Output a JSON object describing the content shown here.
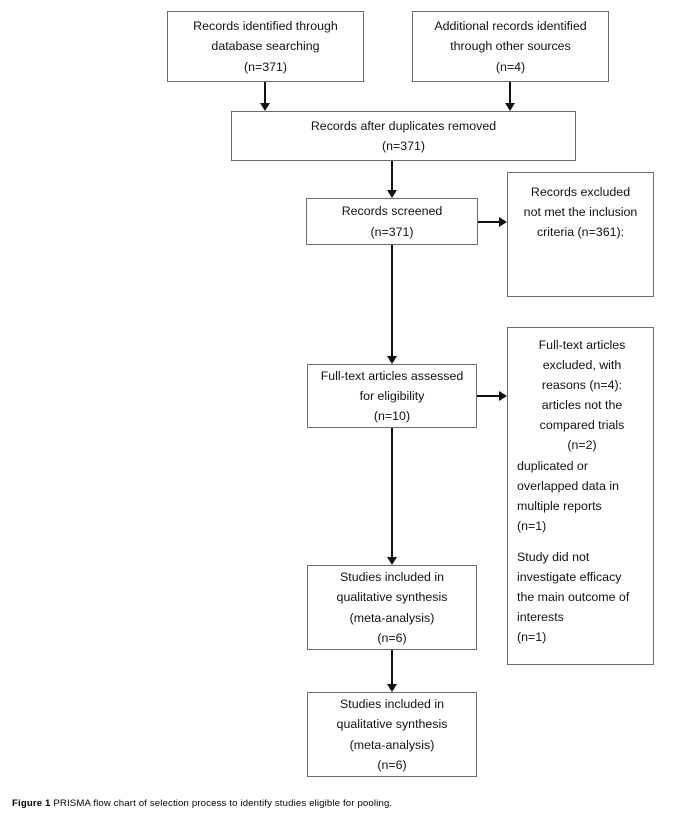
{
  "figure": {
    "caption_label": "Figure 1",
    "caption_text": "PRISMA flow chart of selection process to identify studies eligible for pooling."
  },
  "chart_data": {
    "type": "diagram",
    "title": "PRISMA flow chart of selection process to identify studies eligible for pooling",
    "nodes": [
      {
        "id": "identification-database",
        "lines": [
          "Records identified through",
          "database searching",
          "(n=371)"
        ],
        "n": 371
      },
      {
        "id": "identification-other",
        "lines": [
          "Additional records identified",
          "through other sources",
          "(n=4)"
        ],
        "n": 4
      },
      {
        "id": "duplicates-removed",
        "lines": [
          "Records after duplicates removed",
          "(n=371)"
        ],
        "n": 371
      },
      {
        "id": "records-screened",
        "lines": [
          "Records screened",
          "(n=371)"
        ],
        "n": 371
      },
      {
        "id": "records-excluded",
        "lines": [
          "Records excluded",
          "not met the inclusion",
          "criteria (n=361):"
        ],
        "n": 361
      },
      {
        "id": "fulltext-assessed",
        "lines": [
          "Full-text articles assessed",
          "for eligibility",
          "(n=10)"
        ],
        "n": 10
      },
      {
        "id": "fulltext-excluded",
        "centered_lines": [
          "Full-text articles",
          "excluded, with",
          "reasons (n=4):",
          "articles not the",
          "compared trials",
          "(n=2)"
        ],
        "left_lines_a": [
          "duplicated or",
          "overlapped data in",
          "multiple reports",
          "(n=1)"
        ],
        "left_lines_b": [
          "Study did not",
          "investigate efficacy",
          "the main outcome of",
          "interests",
          "(n=1)"
        ],
        "n": 4
      },
      {
        "id": "studies-included-1",
        "lines": [
          "Studies included in",
          "qualitative synthesis",
          "(meta-analysis)",
          "(n=6)"
        ],
        "n": 6
      },
      {
        "id": "studies-included-2",
        "lines": [
          "Studies included in",
          "qualitative synthesis",
          "(meta-analysis)",
          "(n=6)"
        ],
        "n": 6
      }
    ],
    "edges": [
      {
        "from": "identification-database",
        "to": "duplicates-removed"
      },
      {
        "from": "identification-other",
        "to": "duplicates-removed"
      },
      {
        "from": "duplicates-removed",
        "to": "records-screened"
      },
      {
        "from": "records-screened",
        "to": "records-excluded"
      },
      {
        "from": "records-screened",
        "to": "fulltext-assessed"
      },
      {
        "from": "fulltext-assessed",
        "to": "fulltext-excluded"
      },
      {
        "from": "fulltext-assessed",
        "to": "studies-included-1"
      },
      {
        "from": "studies-included-1",
        "to": "studies-included-2"
      }
    ]
  },
  "boxes": {
    "identification_database": {
      "line1": "Records identified through",
      "line2": "database searching",
      "line3": "(n=371)"
    },
    "identification_other": {
      "line1": "Additional records identified",
      "line2": "through other sources",
      "line3": "(n=4)"
    },
    "duplicates_removed": {
      "line1": "Records after duplicates removed",
      "line2": "(n=371)"
    },
    "records_screened": {
      "line1": "Records screened",
      "line2": "(n=371)"
    },
    "records_excluded": {
      "line1": "Records excluded",
      "line2": "not met the inclusion",
      "line3": "criteria (n=361):"
    },
    "fulltext_assessed": {
      "line1": "Full-text articles assessed",
      "line2": "for eligibility",
      "line3": "(n=10)"
    },
    "fulltext_excluded": {
      "line1": "Full-text articles",
      "line2": "excluded, with",
      "line3": "reasons (n=4):",
      "line4": "articles not the",
      "line5": "compared trials",
      "line6": "(n=2)",
      "line7": "duplicated or",
      "line8": "overlapped data in",
      "line9": "multiple reports",
      "line10": "(n=1)",
      "line11": "Study did not",
      "line12": "investigate efficacy",
      "line13": "the main outcome of",
      "line14": "interests",
      "line15": "(n=1)"
    },
    "studies_included_1": {
      "line1": "Studies included in",
      "line2": "qualitative synthesis",
      "line3": "(meta-analysis)",
      "line4": "(n=6)"
    },
    "studies_included_2": {
      "line1": "Studies included in",
      "line2": "qualitative synthesis",
      "line3": "(meta-analysis)",
      "line4": "(n=6)"
    }
  }
}
